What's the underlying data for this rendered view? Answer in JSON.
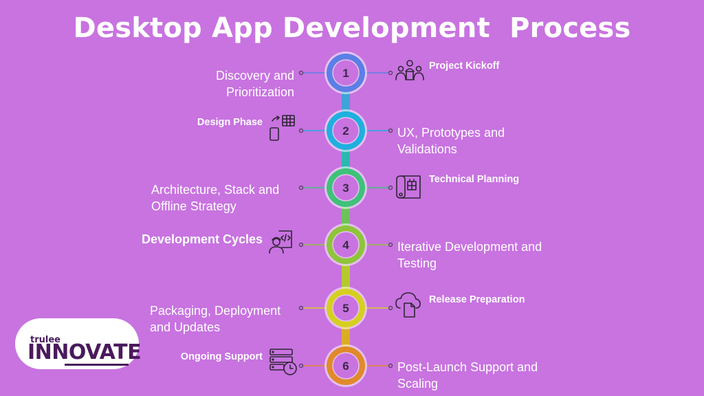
{
  "title": "Desktop App Development  Process",
  "colors": {
    "background": "#c873e0",
    "step1": "#5b7fe6",
    "step2": "#1fb0df",
    "step3": "#3ec27a",
    "step4": "#8fc43a",
    "step5": "#d6cf1f",
    "step6": "#e08a2b",
    "text": "#ffffff"
  },
  "steps": [
    {
      "number": "1",
      "left_text": "Discovery and\nPrioritization",
      "right_text": "Project Kickoff",
      "icon": "team-meeting-icon"
    },
    {
      "number": "2",
      "left_text": "Design Phase",
      "right_text": "UX, Prototypes and\nValidations",
      "icon": "design-devices-icon"
    },
    {
      "number": "3",
      "left_text": "Architecture, Stack and\nOffline Strategy",
      "right_text": "Technical Planning",
      "icon": "blueprint-icon"
    },
    {
      "number": "4",
      "left_text": "Development Cycles",
      "right_text": "Iterative Development and\nTesting",
      "icon": "developer-code-icon"
    },
    {
      "number": "5",
      "left_text": "Packaging, Deployment\nand Updates",
      "right_text": "Release Preparation",
      "icon": "cloud-document-icon"
    },
    {
      "number": "6",
      "left_text": "Ongoing Support",
      "right_text": "Post-Launch Support and\nScaling",
      "icon": "server-clock-icon"
    }
  ],
  "logo": {
    "small": "trulee",
    "big": "INNOVATE"
  }
}
